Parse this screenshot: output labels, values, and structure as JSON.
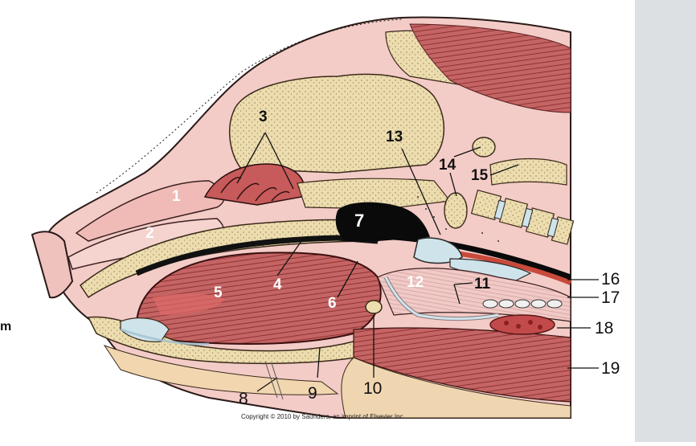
{
  "diagram": {
    "labels": [
      "1",
      "2",
      "3",
      "4",
      "5",
      "6",
      "7",
      "8",
      "9",
      "10",
      "11",
      "12",
      "13",
      "14",
      "15",
      "16",
      "17",
      "18",
      "19"
    ],
    "copyright": "Copyright © 2010 by Saunders, an imprint of Elsevier Inc.",
    "edge_fragment": "m"
  },
  "colors": {
    "skin": "#f2c4c0",
    "bone": "#ecdcae",
    "muscle": "#c26060",
    "cartilage": "#c8dde6",
    "dark_cavity": "#0a0a0a",
    "side_panel": "#dde0e3"
  }
}
